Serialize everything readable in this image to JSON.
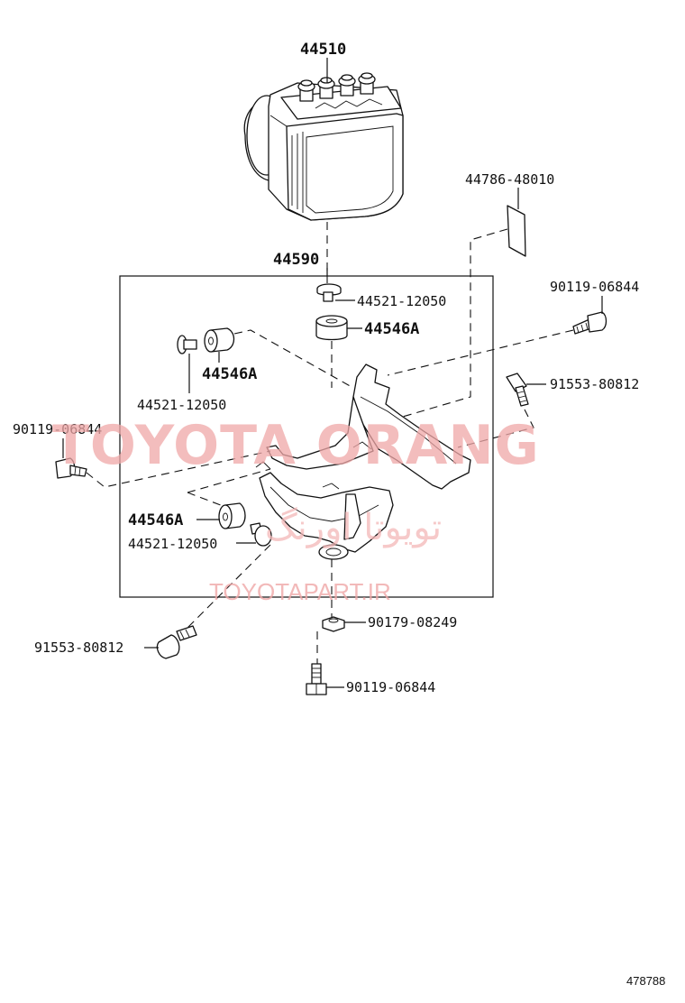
{
  "diagram": {
    "labels": {
      "abs_actuator": "44510",
      "bracket_assy": "44590",
      "label_sticker": "44786-48010",
      "bolt_top_right": "90119-06844",
      "bolt_mid_right": "91553-80812",
      "bolt_left": "90119-06844",
      "bolt_bottom_left": "91553-80812",
      "bolt_bottom": "90119-06844",
      "nut_bottom": "90179-08249",
      "collar_top": "44521-12050",
      "cushion_top": "44546A",
      "cushion_left": "44546A",
      "collar_left": "44521-12050",
      "cushion_lower": "44546A",
      "collar_lower": "44521-12050"
    },
    "watermark": {
      "brand_text": "TOYOTA ORANG",
      "persian_text": "تویوتا اورنگ",
      "url_text": "TOYOTAPART.IR"
    },
    "reference_number": "478788"
  }
}
